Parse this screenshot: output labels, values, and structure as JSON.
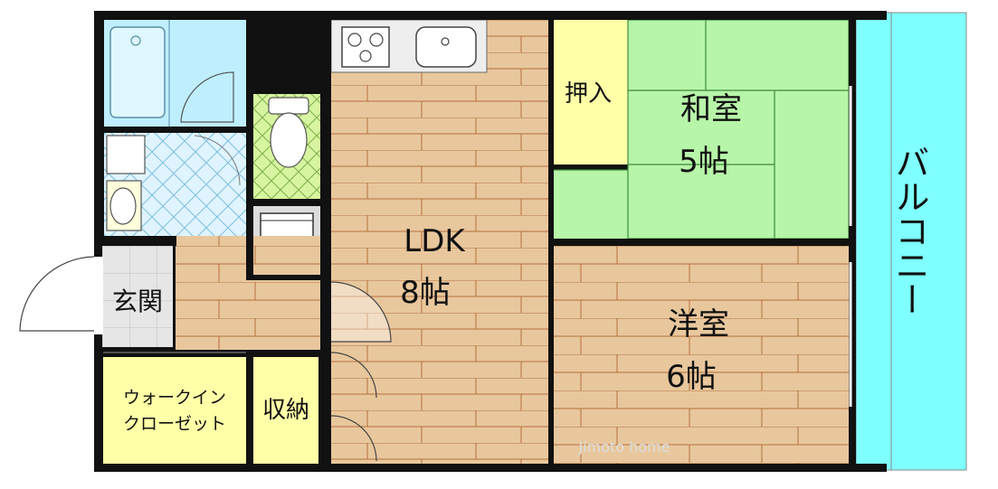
{
  "floorplan": {
    "rooms": {
      "ldk": {
        "name": "LDK",
        "size": "8帖"
      },
      "washitsu": {
        "name": "和室",
        "size": "5帖"
      },
      "youshitsu": {
        "name": "洋室",
        "size": "6帖"
      },
      "balcony": {
        "name": "バルコニー"
      },
      "oshiire": {
        "name": "押入"
      },
      "genkan": {
        "name": "玄関"
      },
      "shuno": {
        "name": "収納"
      },
      "wic": {
        "line1": "ウォークイン",
        "line2": "クローゼット"
      }
    },
    "watermark": "Jimoto home",
    "colors": {
      "wall": "#111111",
      "wood": "#e8c79d",
      "wood_line": "#b5703d",
      "tatami": "#b7f5a8",
      "tatami_line": "#3f8a3a",
      "balcony": "#7fffff",
      "bath": "#bfefff",
      "yellow": "#ffffa8",
      "genkan_tile": "#e6e6e6",
      "washroom_tile": "#dff4ff",
      "toilet": "#d7f5a0"
    }
  }
}
